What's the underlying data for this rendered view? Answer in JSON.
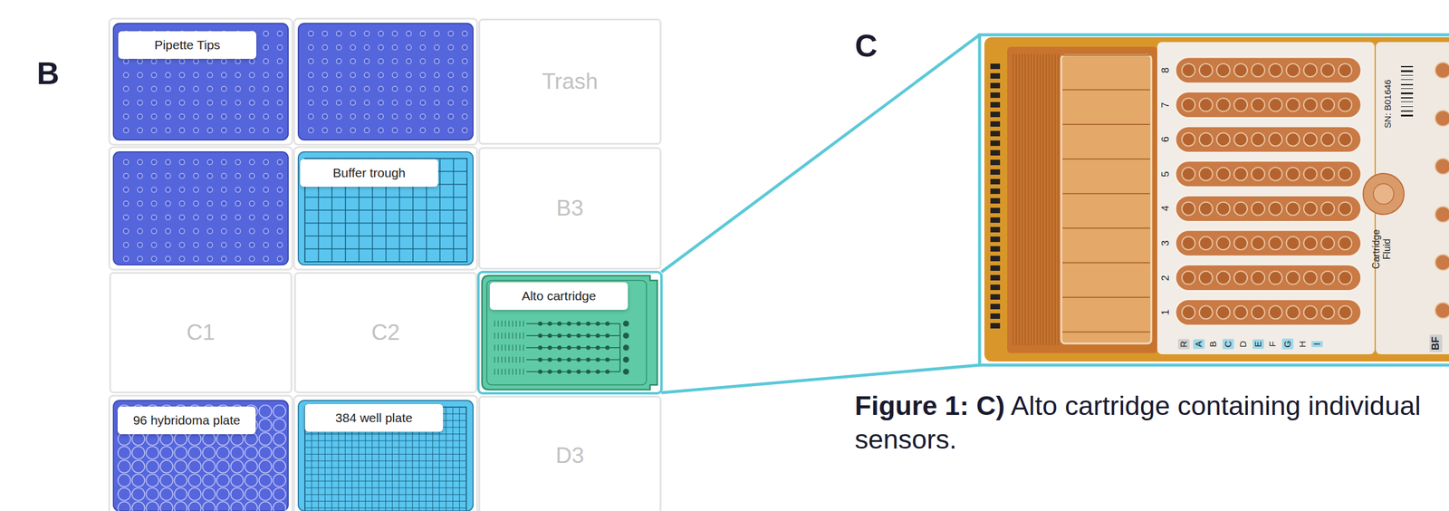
{
  "diagram": {
    "caption": "Figure 1: C) Alto cartridge containing individual sensors.",
    "nodes": [
      {
        "text": [
          "Pipette Tips"
        ]
      },
      {
        "text": [
          "Trash"
        ]
      },
      {
        "text": [
          "Buffer trough"
        ]
      },
      {
        "text": [
          "B3"
        ]
      },
      {
        "text": [
          "C1"
        ]
      },
      {
        "text": [
          "C2"
        ]
      },
      {
        "text": [
          "Alto cartridge"
        ]
      },
      {
        "text": [
          "96 hybridoma plate"
        ]
      },
      {
        "text": [
          "384 well plate"
        ]
      },
      {
        "text": [
          "D3"
        ]
      }
    ],
    "edges": [],
    "labels": [
      "B",
      "C",
      "8",
      "7",
      "6",
      "5",
      "4",
      "3",
      "2",
      "1",
      "R",
      "A",
      "B",
      "C",
      "D",
      "E",
      "F",
      "G",
      "H",
      "I",
      "SN: B01646",
      "Cartridge Fluid",
      "BF"
    ]
  }
}
